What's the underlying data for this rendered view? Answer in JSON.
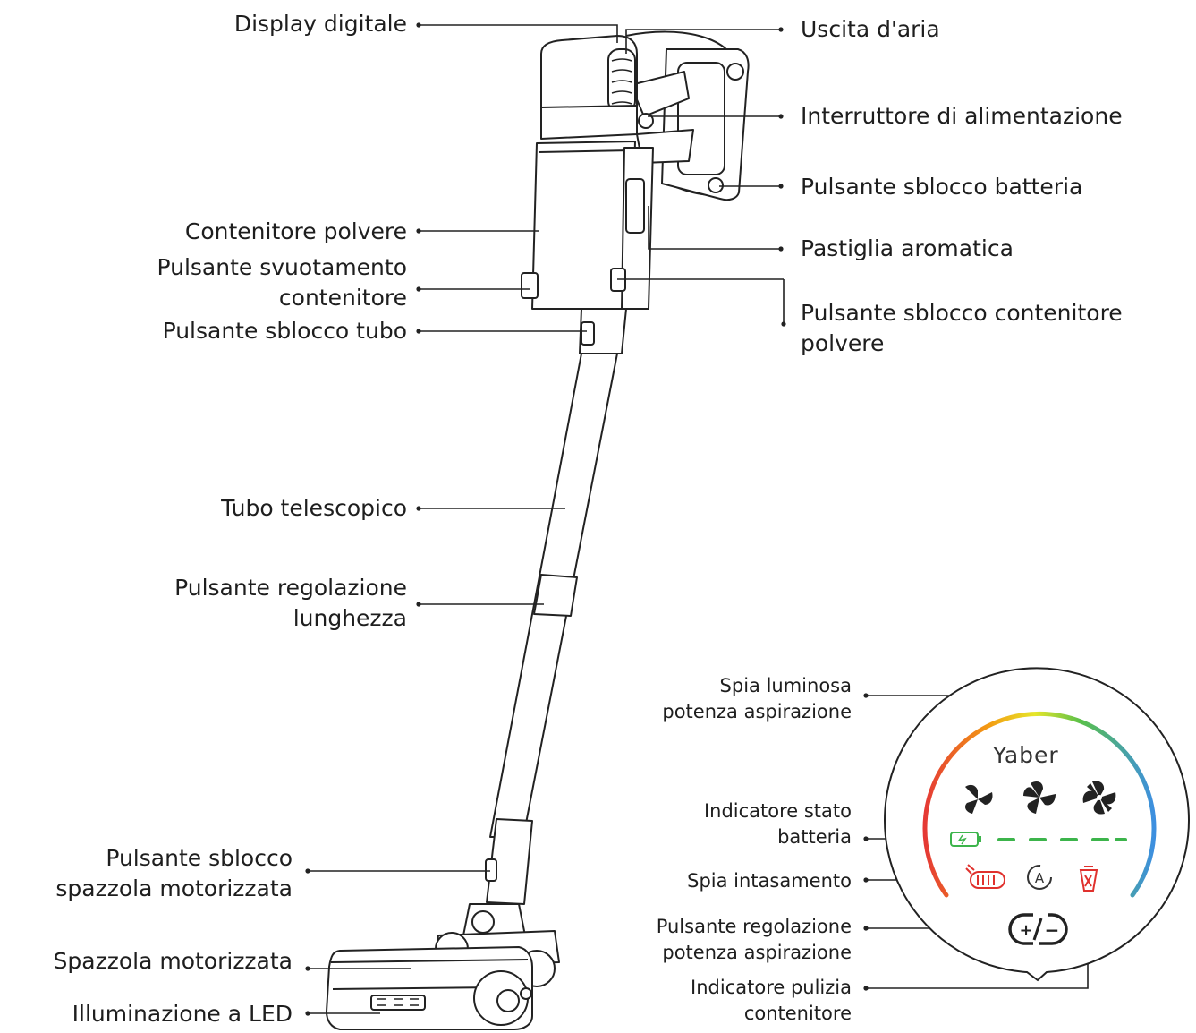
{
  "labels": {
    "display": "Display digitale",
    "air_outlet": "Uscita d'aria",
    "power_switch": "Interruttore di alimentazione",
    "battery_release": "Pulsante sblocco batteria",
    "dust_container": "Contenitore polvere",
    "aroma_pad": "Pastiglia aromatica",
    "empty_button_l1": "Pulsante svuotamento",
    "empty_button_l2": "contenitore",
    "container_release_l1": "Pulsante sblocco contenitore",
    "container_release_l2": "polvere",
    "tube_release": "Pulsante sblocco tubo",
    "telescopic_tube": "Tubo telescopico",
    "length_adjust_l1": "Pulsante regolazione",
    "length_adjust_l2": "lunghezza",
    "brush_release_l1": "Pulsante sblocco",
    "brush_release_l2": "spazzola motorizzata",
    "motor_brush": "Spazzola motorizzata",
    "led_light": "Illuminazione a LED"
  },
  "panel": {
    "brand": "Yaber",
    "suction_light_l1": "Spia luminosa",
    "suction_light_l2": "potenza aspirazione",
    "battery_status_l1": "Indicatore stato",
    "battery_status_l2": "batteria",
    "clog_light": "Spia intasamento",
    "power_button_l1": "Pulsante regolazione",
    "power_button_l2": "potenza aspirazione",
    "clean_indicator_l1": "Indicatore pulizia",
    "clean_indicator_l2": "contenitore"
  },
  "colors": {
    "line": "#222222",
    "battery_green": "#3cb44b",
    "warning_red": "#e0312d",
    "arc_red": "#e53935",
    "arc_orange": "#f39c12",
    "arc_yellow": "#e6e62a",
    "arc_green": "#59c04a",
    "arc_blue": "#3d8fe0"
  },
  "icons": [
    "fan-low-icon",
    "fan-mid-icon",
    "fan-high-icon",
    "battery-icon",
    "clog-icon",
    "auto-mode-icon",
    "dust-bin-icon",
    "power-adjust-icon"
  ]
}
